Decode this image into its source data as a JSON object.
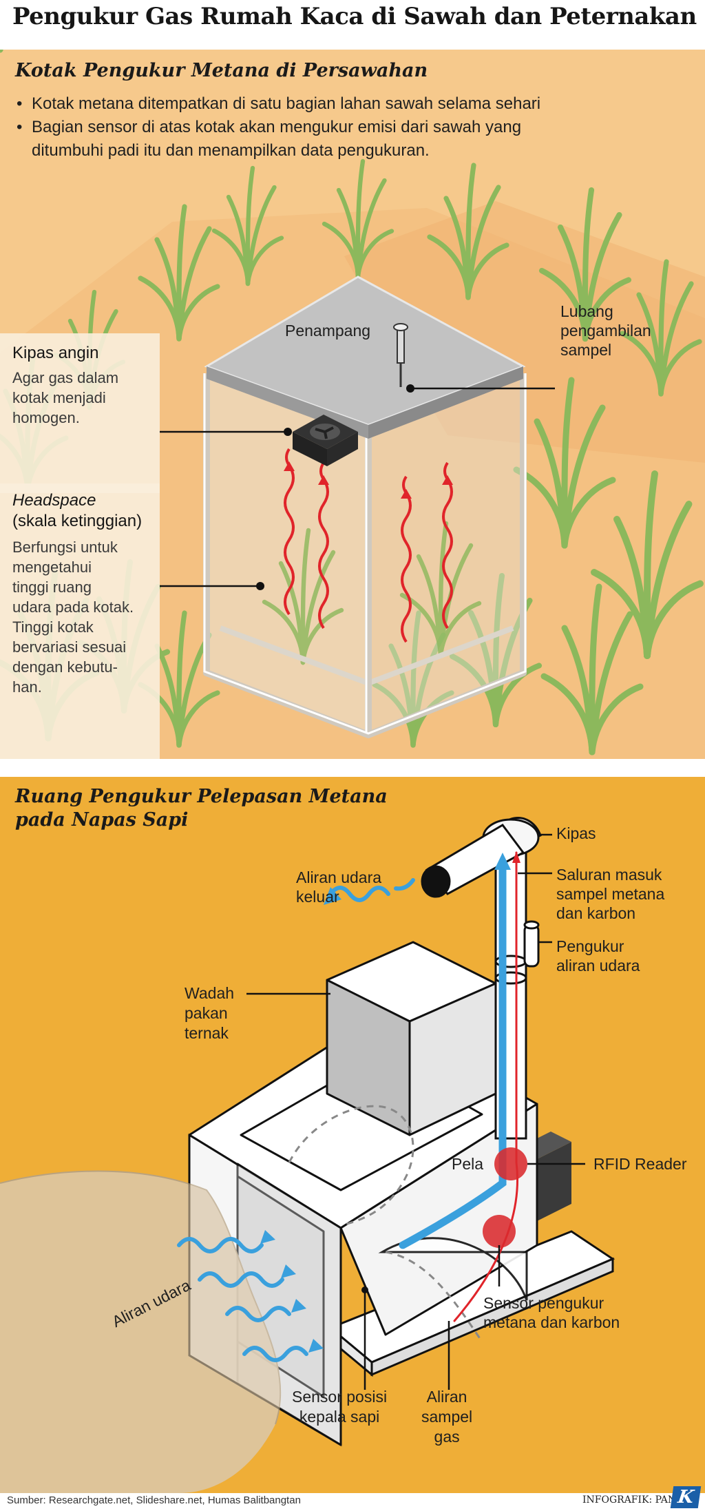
{
  "title": "Pengukur Gas Rumah Kaca di Sawah dan Peternakan",
  "rice": {
    "heading": "Kotak Pengukur Metana di Persawahan",
    "bullets": [
      "Kotak metana ditempatkan di satu bagian lahan sawah selama sehari",
      "Bagian sensor di atas kotak akan mengukur emisi dari sawah yang ditumbuhi padi itu dan menampilkan data pengukuran."
    ],
    "labels": {
      "penampang": "Penampang",
      "lubang_1": "Lubang",
      "lubang_2": "pengambilan",
      "lubang_3": "sampel",
      "kipas_title": "Kipas angin",
      "kipas_desc": [
        "Agar gas dalam",
        "kotak menjadi",
        "homogen."
      ],
      "headspace_title": "Headspace",
      "headspace_sub": "(skala ketinggian)",
      "headspace_desc": [
        "Berfungsi untuk",
        "mengetahui",
        "tinggi ruang",
        "udara pada kotak.",
        "Tinggi kotak",
        "bervariasi sesuai",
        "dengan kebutu-",
        "han."
      ]
    }
  },
  "cow": {
    "heading": [
      "Ruang Pengukur Pelepasan Metana",
      "pada Napas Sapi"
    ],
    "labels": {
      "kipas": "Kipas",
      "aliran_keluar": [
        "Aliran udara",
        "keluar"
      ],
      "saluran": [
        "Saluran masuk",
        "sampel metana",
        "dan karbon"
      ],
      "pengukur": [
        "Pengukur",
        "aliran udara"
      ],
      "wadah": [
        "Wadah",
        "pakan",
        "ternak"
      ],
      "pela": "Pela",
      "rfid": "RFID Reader",
      "aliran_udara": "Aliran udara",
      "sensor_metana": [
        "Sensor pengukur",
        "metana dan karbon"
      ],
      "sensor_posisi": [
        "Sensor posisi",
        "kepala sapi"
      ],
      "aliran_sampel": [
        "Aliran",
        "sampel",
        "gas"
      ]
    }
  },
  "footer": {
    "source": "Sumber: Researchgate.net, Slideshare.net, Humas Balitbangtan",
    "credit": "INFOGRAFIK: PANDU",
    "logo": "K"
  },
  "colors": {
    "panel1_bg": "#f6c98c",
    "panel2_bg": "#efae37",
    "plant": "#8cb85c",
    "wave_red": "#e0242a",
    "air_blue": "#3aa0dd",
    "rfid_red": "#d92a2e"
  }
}
